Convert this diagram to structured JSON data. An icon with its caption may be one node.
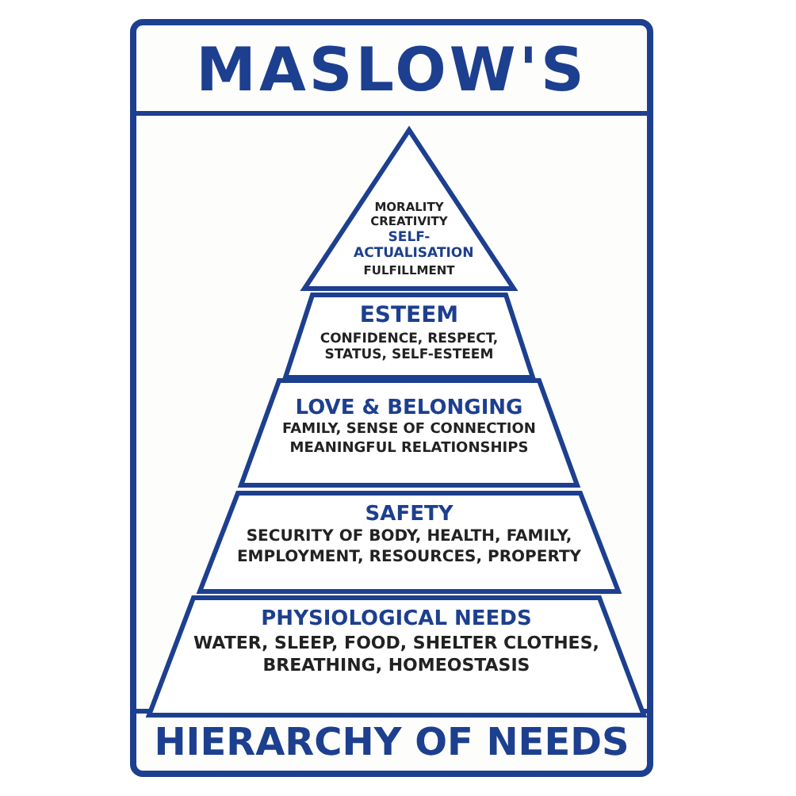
{
  "diagram": {
    "title": "MASLOW'S",
    "caption": "HIERARCHY OF NEEDS",
    "nodes": [
      {
        "text": [
          "MORALITY CREATIVITY",
          "SELF-ACTUALISATION",
          "FULFILLMENT"
        ]
      },
      {
        "text": [
          "ESTEEM",
          "CONFIDENCE, RESPECT, STATUS, SELF-ESTEEM"
        ]
      },
      {
        "text": [
          "LOVE & BELONGING",
          "FAMILY, SENSE OF CONNECTION MEANINGFUL RELATIONSHIPS"
        ]
      },
      {
        "text": [
          "SAFETY",
          "SECURITY OF BODY, HEALTH, FAMILY, EMPLOYMENT, RESOURCES, PROPERTY"
        ]
      },
      {
        "text": [
          "PHYSIOLOGICAL NEEDS",
          "WATER, SLEEP, FOOD, SHELTER CLOTHES, BREATHING, HOMEOSTASIS"
        ]
      }
    ]
  }
}
